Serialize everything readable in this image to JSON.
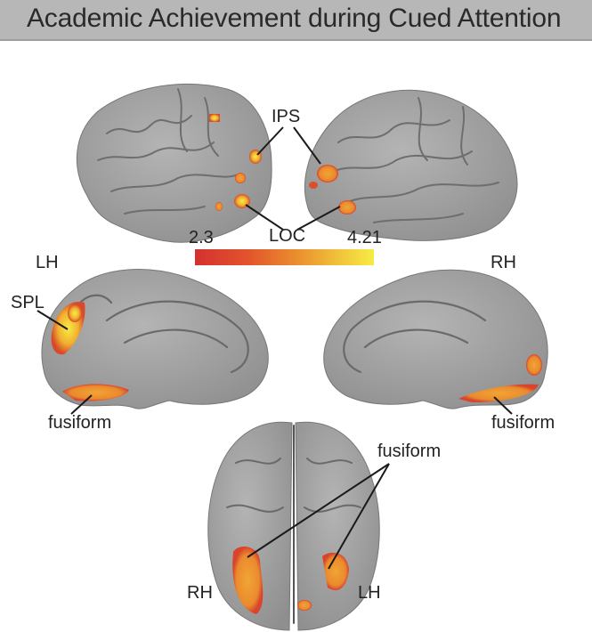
{
  "title": "Academic Achievement during Cued Attention",
  "colorbar": {
    "min_label": "2.3",
    "max_label": "4.21",
    "colors": [
      "#d53030",
      "#e2552b",
      "#ea8a2e",
      "#f0c23a",
      "#f7ec45"
    ]
  },
  "hemispheres": {
    "left_top": "LH",
    "right_top": "RH",
    "ventral_right": "RH",
    "ventral_left": "LH"
  },
  "regions": {
    "ips": "IPS",
    "loc": "LOC",
    "spl": "SPL",
    "fusiform_left_medial": "fusiform",
    "fusiform_right_medial": "fusiform",
    "fusiform_ventral": "fusiform"
  },
  "colors": {
    "brain_surface": "#a8a8a8",
    "sulcus": "#6e6e6e",
    "header_bg": "#b7b7b7",
    "activation_low": "#d53030",
    "activation_mid": "#ee9a2a",
    "activation_high": "#f7ec45"
  }
}
